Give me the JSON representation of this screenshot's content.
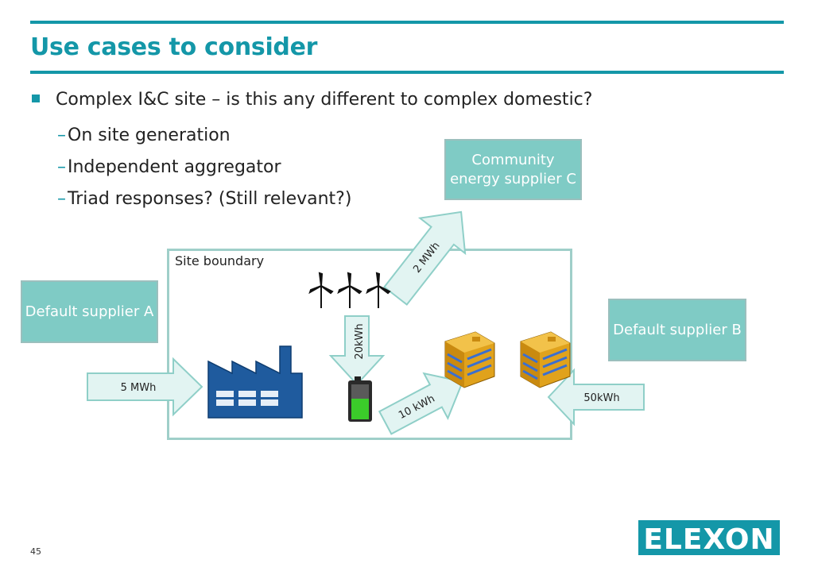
{
  "title": "Use cases to consider",
  "bullet": "Complex I&C site – is this any different to complex domestic?",
  "sub_bullets": [
    "On site generation",
    "Independent aggregator",
    "Triad responses? (Still relevant?)"
  ],
  "dash": "–",
  "boxes": {
    "community_line1": "Community",
    "community_line2": "energy supplier C",
    "supplier_a": "Default supplier A",
    "supplier_b": "Default supplier B"
  },
  "site_boundary": "Site boundary",
  "arrows": {
    "a_to_factory": "5 MWh",
    "wind_to_battery": "20kWh",
    "battery_to_building": "10 kWh",
    "to_community": "2 MWh",
    "b_to_building": "50kWh"
  },
  "logo": "ELEXON",
  "page_number": "45",
  "colors": {
    "accent": "#1497a8",
    "box_fill": "#7fcbc5",
    "arrow_fill": "#e2f4f2",
    "arrow_stroke": "#8fcfc8"
  }
}
